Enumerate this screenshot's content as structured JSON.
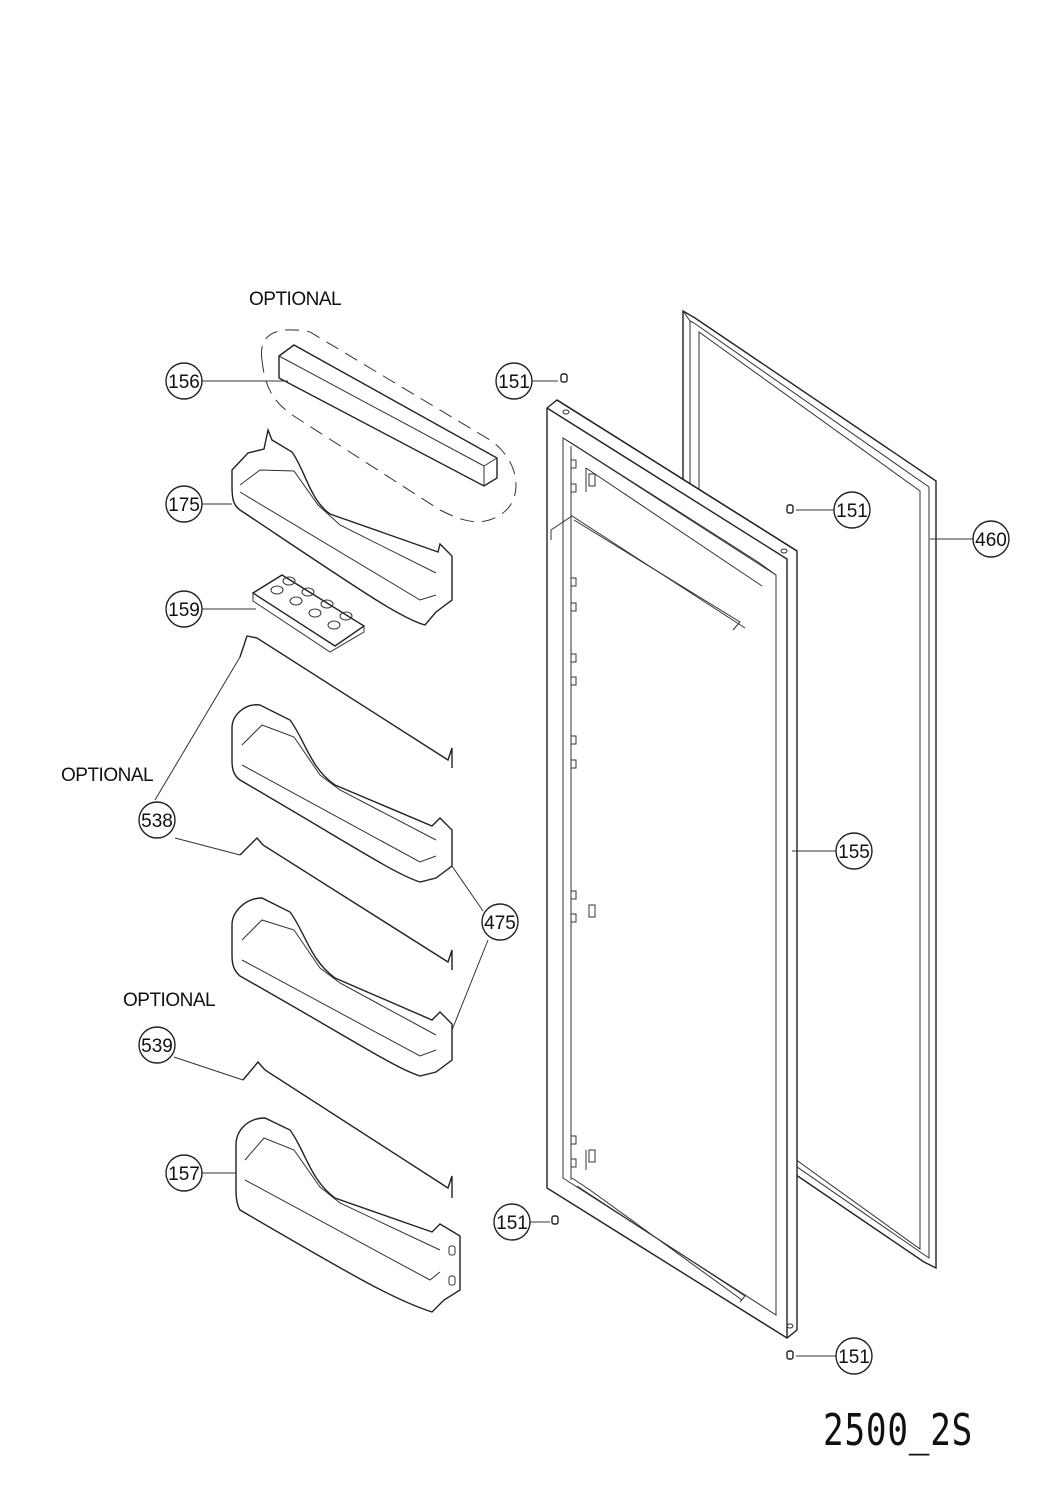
{
  "optional_labels": [
    "OPTIONAL",
    "OPTIONAL",
    "OPTIONAL"
  ],
  "drawing_code": "2500_2S",
  "callouts": {
    "c156": "156",
    "c175": "175",
    "c159": "159",
    "c538": "538",
    "c539": "539",
    "c157": "157",
    "c151_top": "151",
    "c151_mid": "151",
    "c151_low": "151",
    "c151_bottom": "151",
    "c460": "460",
    "c155": "155",
    "c475": "475"
  }
}
